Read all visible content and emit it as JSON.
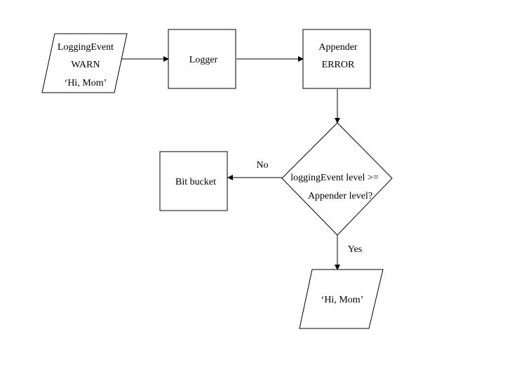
{
  "colors": {
    "background": "#ffffff",
    "stroke": "#000000",
    "text": "#000000"
  },
  "nodes": {
    "logging_event": {
      "shape": "parallelogram",
      "lines": [
        "LoggingEvent",
        "WARN",
        "‘Hi, Mom’"
      ]
    },
    "logger": {
      "shape": "rectangle",
      "lines": [
        "Logger"
      ]
    },
    "appender": {
      "shape": "rectangle",
      "lines": [
        "Appender",
        "ERROR"
      ]
    },
    "decision": {
      "shape": "diamond",
      "lines": [
        "loggingEvent level >=",
        "Appender level?"
      ]
    },
    "bit_bucket": {
      "shape": "rectangle",
      "lines": [
        "Bit bucket"
      ]
    },
    "output": {
      "shape": "parallelogram",
      "lines": [
        "‘Hi, Mom’"
      ]
    }
  },
  "edges": [
    {
      "from": "logging_event",
      "to": "logger",
      "label": ""
    },
    {
      "from": "logger",
      "to": "appender",
      "label": ""
    },
    {
      "from": "appender",
      "to": "decision",
      "label": ""
    },
    {
      "from": "decision",
      "to": "bit_bucket",
      "label": "No"
    },
    {
      "from": "decision",
      "to": "output",
      "label": "Yes"
    }
  ]
}
